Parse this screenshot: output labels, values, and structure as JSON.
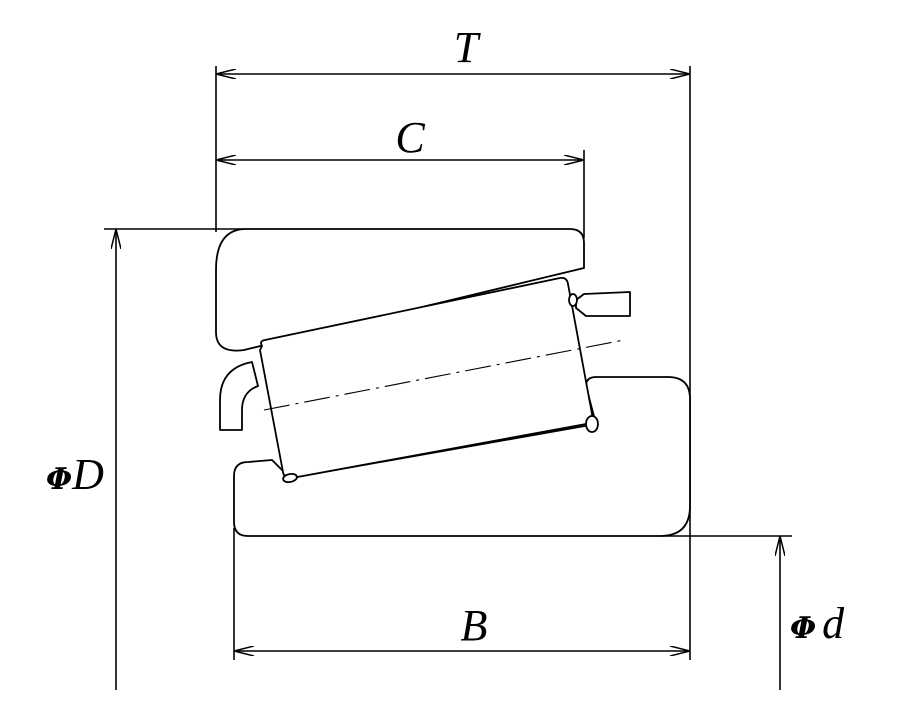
{
  "labels": {
    "T": "T",
    "C": "C",
    "B": "B",
    "phi": "Φ",
    "D": "D",
    "d": "d"
  }
}
